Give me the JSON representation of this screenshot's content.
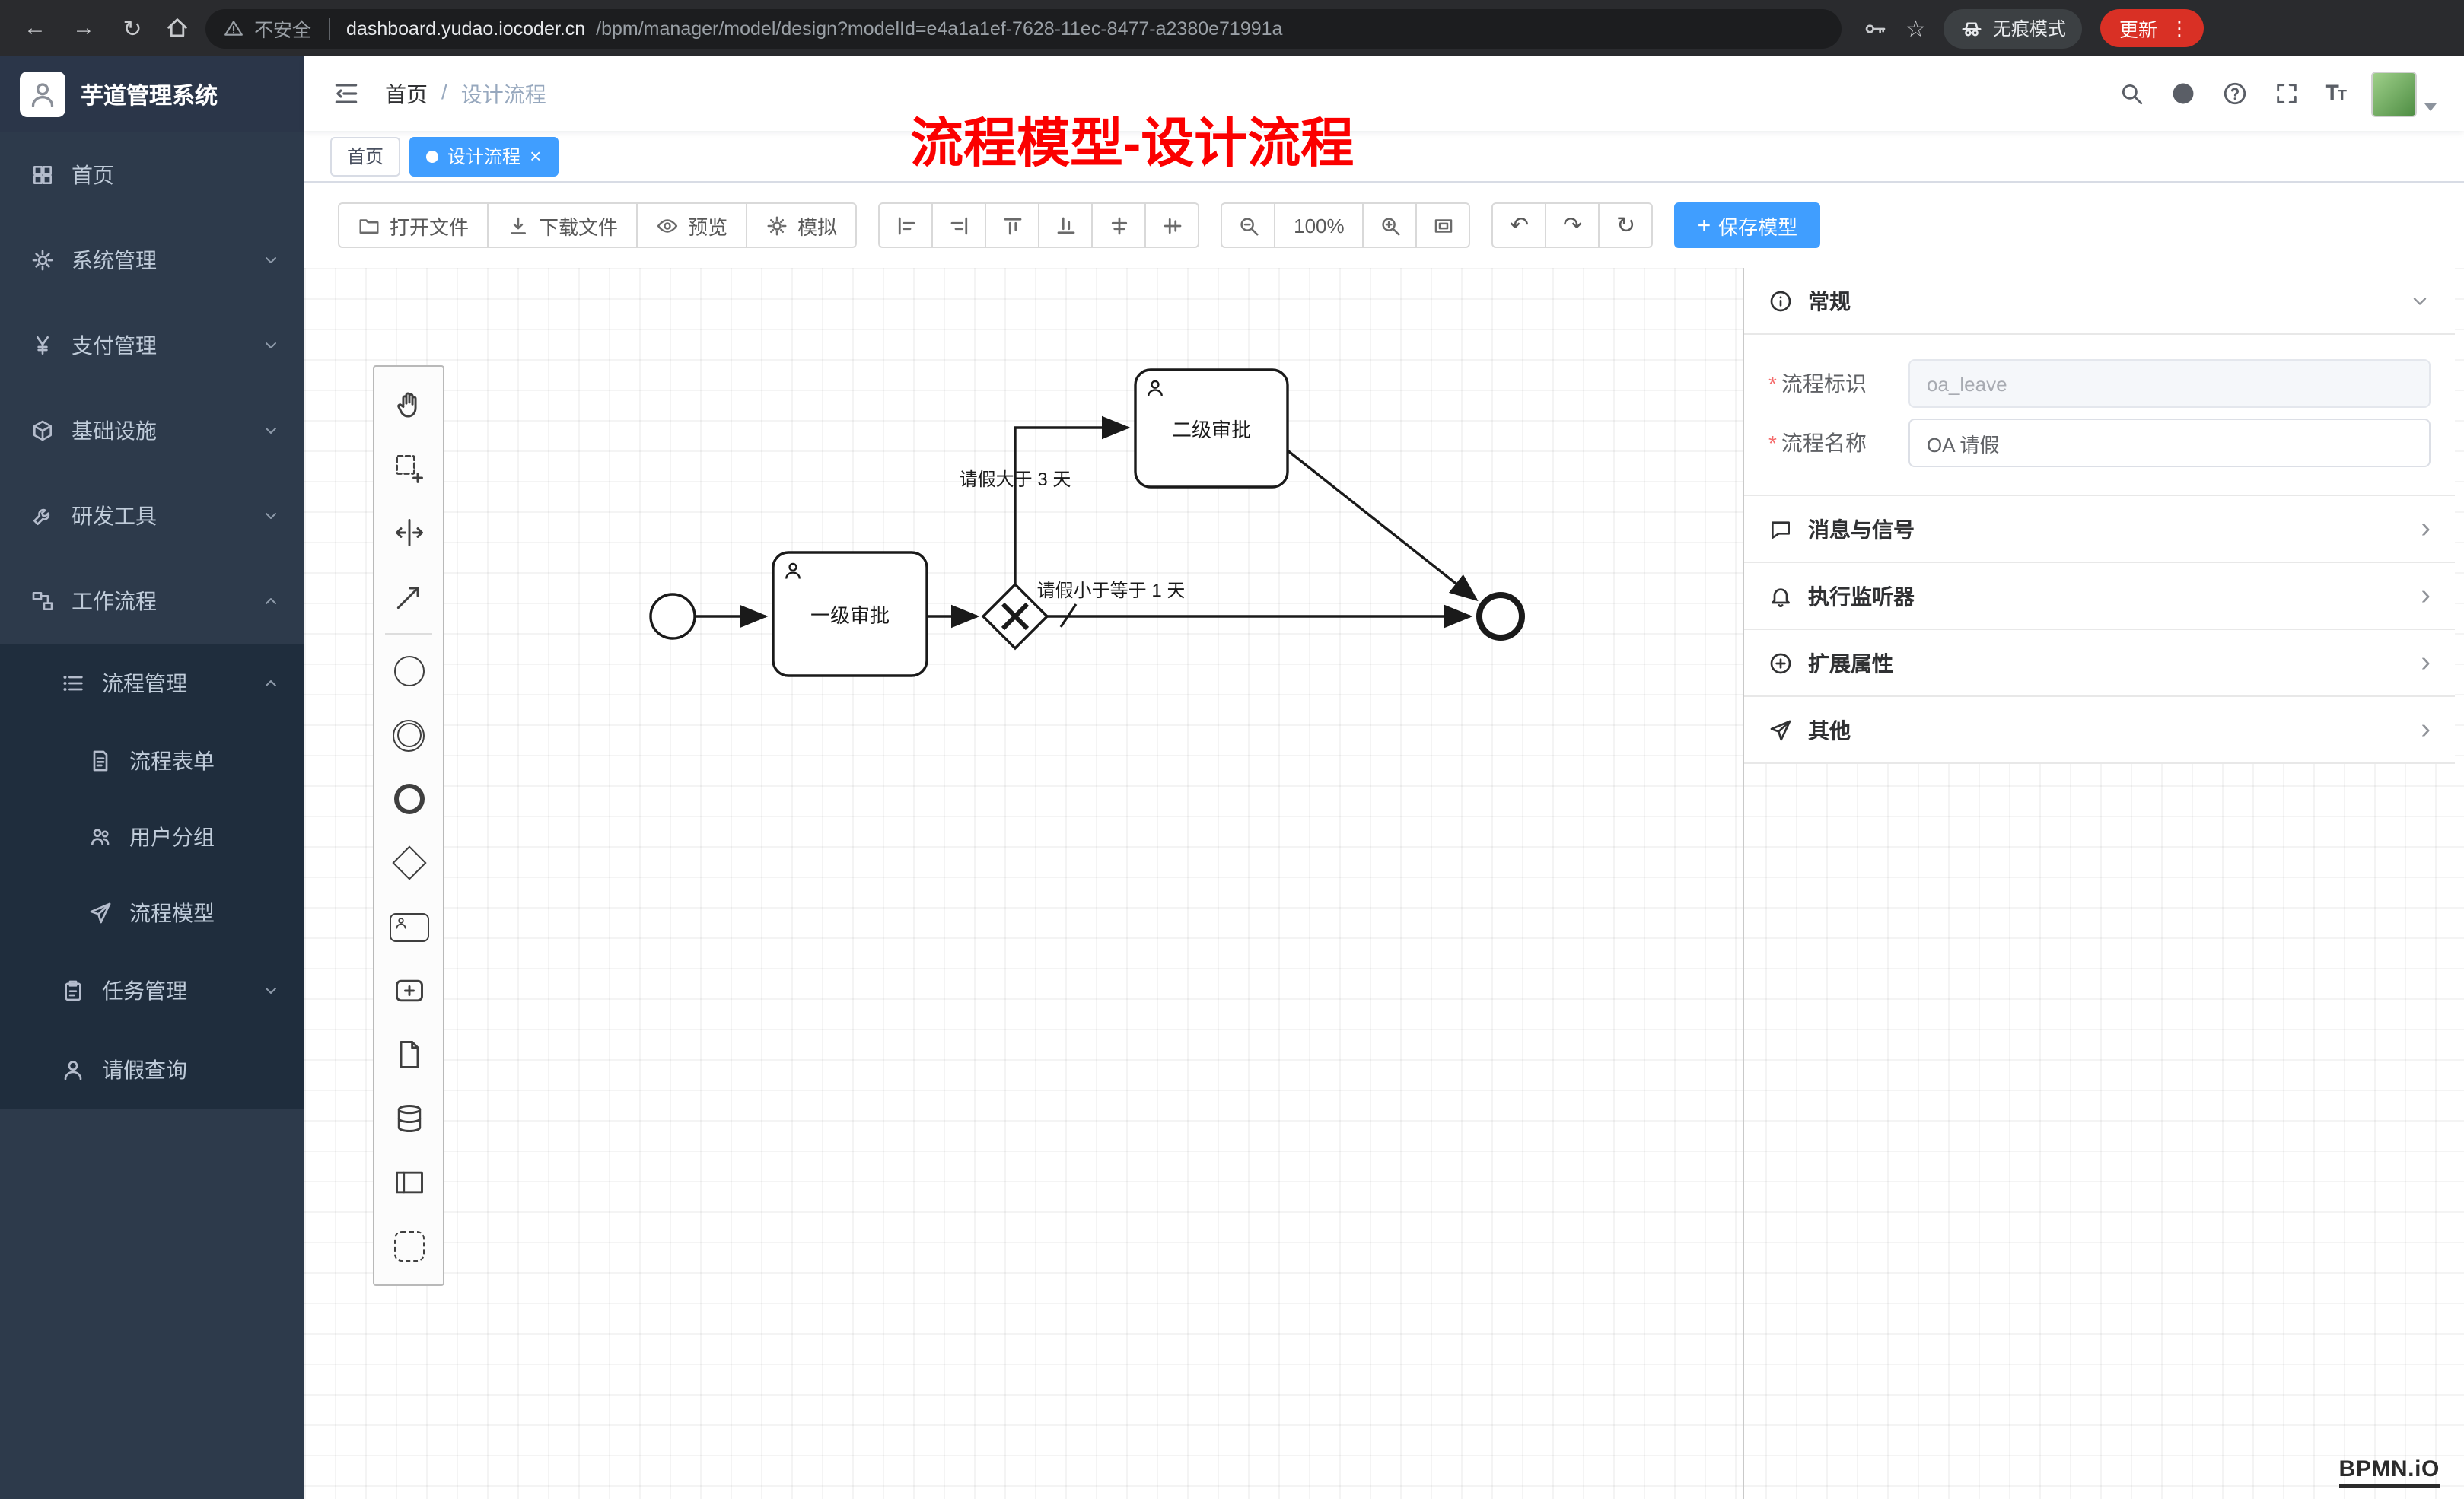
{
  "colors": {
    "accent": "#409eff",
    "annotation_red": "#fb0000",
    "update_red": "#d93025",
    "sidebar_bg": "#2d3a4b",
    "submenu_bg": "#1f2d3d"
  },
  "glyphs": {
    "back": "←",
    "forward": "→",
    "reload": "↻",
    "star": "☆",
    "dots": "⋮",
    "undo": "↶",
    "redo": "↷",
    "restart": "↻",
    "chev_right": "›",
    "plus": "+",
    "slash": "/",
    "close": "×",
    "asterisk": "*"
  },
  "browser": {
    "insecure": "不安全",
    "host": "dashboard.yudao.iocoder.cn",
    "path": "/bpm/manager/model/design?modelId=e4a1a1ef-7628-11ec-8477-a2380e71991a",
    "incognito": "无痕模式",
    "update": "更新",
    "icons": [
      "back-icon",
      "forward-icon",
      "reload-icon",
      "home-icon",
      "warning-icon",
      "key-icon",
      "star-icon",
      "incognito-icon",
      "menu-dots-icon"
    ]
  },
  "sidebar": {
    "logo_title": "芋道管理系统",
    "menu": [
      {
        "label": "首页",
        "icon": "home-grid-icon"
      },
      {
        "label": "系统管理",
        "icon": "gear-icon",
        "chevron": "down"
      },
      {
        "label": "支付管理",
        "icon": "yen-icon",
        "chevron": "down"
      },
      {
        "label": "基础设施",
        "icon": "cube-icon",
        "chevron": "down"
      },
      {
        "label": "研发工具",
        "icon": "wrench-icon",
        "chevron": "down"
      },
      {
        "label": "工作流程",
        "icon": "flow-icon",
        "chevron": "up"
      }
    ],
    "submenu_process": {
      "label": "流程管理",
      "icon": "list-icon",
      "chevron": "up"
    },
    "process_children": [
      {
        "label": "流程表单",
        "icon": "document-icon"
      },
      {
        "label": "用户分组",
        "icon": "users-icon"
      },
      {
        "label": "流程模型",
        "icon": "send-icon"
      }
    ],
    "submenu_task": {
      "label": "任务管理",
      "icon": "clipboard-icon",
      "chevron": "down"
    },
    "leave_query": {
      "label": "请假查询",
      "icon": "person-icon"
    }
  },
  "header": {
    "breadcrumb_home": "首页",
    "breadcrumb_sep": "/",
    "breadcrumb_current": "设计流程",
    "right_icons": [
      "search-icon",
      "github-icon",
      "help-icon",
      "fullscreen-icon",
      "font-size-icon",
      "avatar",
      "dropdown-caret-icon"
    ]
  },
  "annotation": "流程模型-设计流程",
  "tabs": {
    "home": "首页",
    "active": "设计流程",
    "close": "×"
  },
  "toolbar": {
    "open": "打开文件",
    "download": "下载文件",
    "preview": "预览",
    "simulate": "模拟",
    "zoom_level": "100%",
    "save_plus": "+",
    "save": "保存模型",
    "align_icons": [
      "align-left-icon",
      "align-right-icon",
      "align-top-icon",
      "align-bottom-icon",
      "align-center-horizontal-icon",
      "align-center-vertical-icon"
    ],
    "zoom_icons": [
      "zoom-out-icon",
      "zoom-in-icon",
      "fit-viewport-icon"
    ],
    "history_icons": [
      "undo-icon",
      "redo-icon",
      "restart-icon"
    ],
    "file_icons": [
      "folder-icon",
      "download-icon",
      "eye-icon",
      "gear-icon"
    ]
  },
  "palette_icons": [
    "hand-tool-icon",
    "lasso-tool-icon",
    "space-tool-icon",
    "connect-tool-icon",
    "start-event-icon",
    "intermediate-event-icon",
    "end-event-icon",
    "gateway-icon",
    "user-task-icon",
    "subprocess-icon",
    "data-object-icon",
    "data-store-icon",
    "participant-pool-icon",
    "group-icon"
  ],
  "diagram": {
    "task1": "一级审批",
    "task2": "二级审批",
    "flow_gt": "请假大于 3 天",
    "flow_le": "请假小于等于 1 天",
    "watermark": "BPMN.iO"
  },
  "panel": {
    "general": "常规",
    "general_icon": "info-icon",
    "required_mark": "*",
    "process_key_label": "流程标识",
    "process_key_value": "oa_leave",
    "process_name_label": "流程名称",
    "process_name_value": "OA 请假",
    "sections": [
      {
        "label": "消息与信号",
        "icon": "message-icon"
      },
      {
        "label": "执行监听器",
        "icon": "bell-icon"
      },
      {
        "label": "扩展属性",
        "icon": "plus-circle-icon"
      },
      {
        "label": "其他",
        "icon": "send-icon"
      }
    ]
  }
}
